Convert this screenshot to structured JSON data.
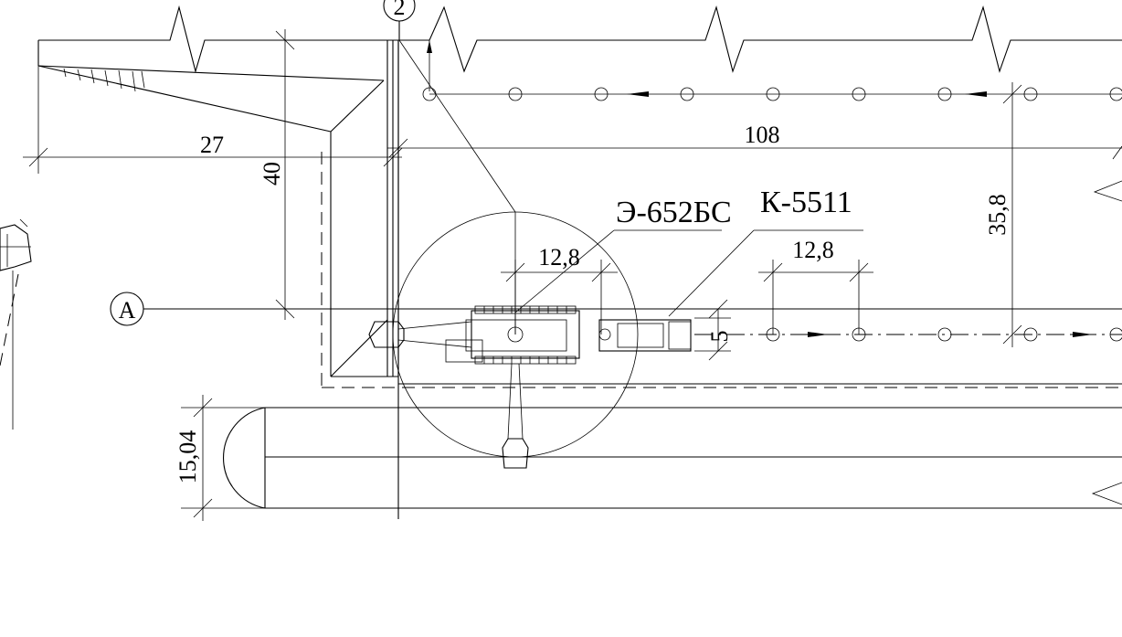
{
  "dimensions": {
    "d27": "27",
    "d40": "40",
    "d108": "108",
    "d35_8": "35,8",
    "d12_8_a": "12,8",
    "d12_8_b": "12,8",
    "d5": "5",
    "d15_04": "15,04"
  },
  "labels": {
    "excavator": "Э-652БС",
    "crane": "К-5511"
  },
  "axes": {
    "axis_2": "2",
    "axis_a": "A"
  }
}
